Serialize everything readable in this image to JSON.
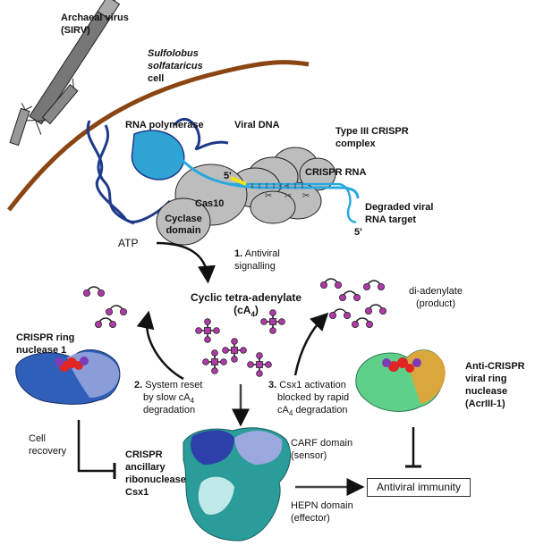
{
  "labels": {
    "virus_title": "Archaeal virus",
    "virus_sub": "(SIRV)",
    "cell_name_1": "Sulfolobus",
    "cell_name_2": "solfataricus",
    "cell_word": "cell",
    "rna_polymerase": "RNA polymerase",
    "viral_dna": "Viral DNA",
    "type3_1": "Type III CRISPR",
    "type3_2": "complex",
    "crispr_rna": "CRISPR RNA",
    "five_prime_a": "5'",
    "five_prime_b": "5'",
    "cas10": "Cas10",
    "cyclase_1": "Cyclase",
    "cyclase_2": "domain",
    "degraded_1": "Degraded viral",
    "degraded_2": "RNA target",
    "atp": "ATP",
    "step1_num": "1.",
    "step1_a": "Antiviral",
    "step1_b": "signalling",
    "ca4_1": "Cyclic tetra-adenylate",
    "ca4_2": "(cA",
    "ca4_sub": "4",
    "ca4_close": ")",
    "diade_1": "di-adenylate",
    "diade_2": "(product)",
    "ring1_1": "CRISPR  ring",
    "ring1_2": "nuclease 1",
    "step2_num": "2.",
    "step2_a": "System reset",
    "step2_b": "by slow cA",
    "step2_sub": "4",
    "step2_c": "degradation",
    "step3_num": "3.",
    "step3_a": "Csx1 activation",
    "step3_b": "blocked by rapid",
    "step3_c": "cA",
    "step3_sub": "4",
    "step3_d": " degradation",
    "acr_1": "Anti-CRISPR",
    "acr_2": "viral ring",
    "acr_3": "nuclease",
    "acr_4": "(AcrIII-1)",
    "recovery_1": "Cell",
    "recovery_2": "recovery",
    "csx1_1": "CRISPR",
    "csx1_2": "ancillary",
    "csx1_3": "ribonuclease",
    "csx1_4": "Csx1",
    "carf_1": "CARF domain",
    "carf_2": "(sensor)",
    "hepn_1": "HEPN domain",
    "hepn_2": "(effector)",
    "immunity": "Antiviral immunity"
  },
  "colors": {
    "membrane": "#8a4512",
    "dna": "#1e3a8a",
    "crrna": "#29a8e0",
    "polymerase": "#2fa4d4",
    "protein": "#bdbdbd",
    "yellow": "#f3e11a",
    "molecule": "#b03aa8",
    "ring1_blue": "#2f5fb8",
    "acr_green": "#5fd089",
    "acr_orange": "#f0a030",
    "csx1_teal": "#2a9c9a",
    "csx1_blue": "#2d3fa8"
  }
}
